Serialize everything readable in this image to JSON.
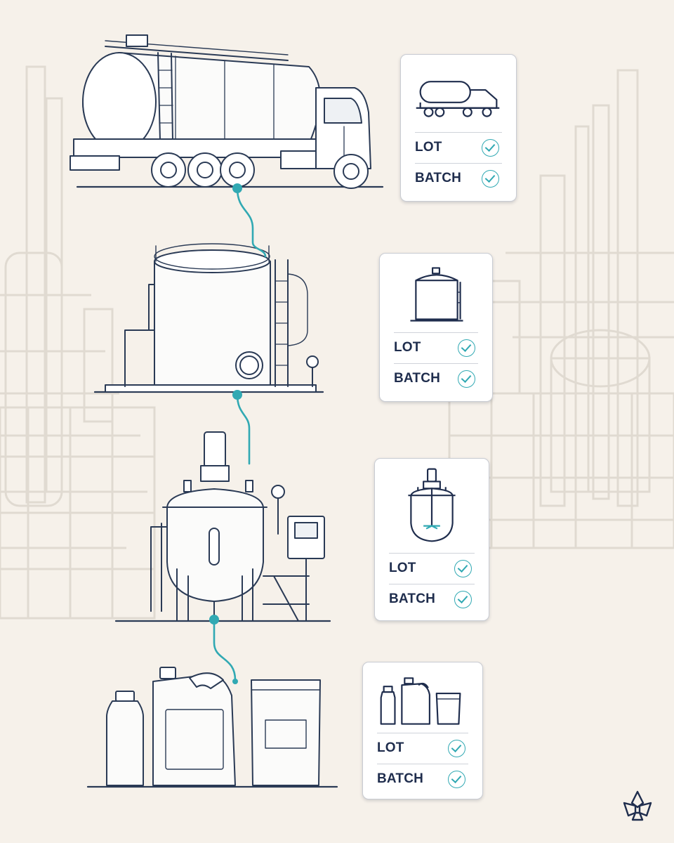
{
  "colors": {
    "background": "#f6f1ea",
    "line": "#2a3a55",
    "accent": "#31a9b3",
    "label": "#1f2d4d"
  },
  "stages": [
    {
      "name": "tanker-truck",
      "icon": "tanker-truck-icon",
      "rows": [
        {
          "label": "LOT",
          "checked": true
        },
        {
          "label": "BATCH",
          "checked": true
        }
      ]
    },
    {
      "name": "storage-tank",
      "icon": "storage-tank-icon",
      "rows": [
        {
          "label": "LOT",
          "checked": true
        },
        {
          "label": "BATCH",
          "checked": true
        }
      ]
    },
    {
      "name": "reactor-vessel",
      "icon": "reactor-vessel-icon",
      "rows": [
        {
          "label": "LOT",
          "checked": true
        },
        {
          "label": "BATCH",
          "checked": true
        }
      ]
    },
    {
      "name": "packaging",
      "icon": "packaging-icon",
      "rows": [
        {
          "label": "LOT",
          "checked": true
        },
        {
          "label": "BATCH",
          "checked": true
        }
      ]
    }
  ],
  "logo": {
    "icon": "flower-logo-icon"
  }
}
